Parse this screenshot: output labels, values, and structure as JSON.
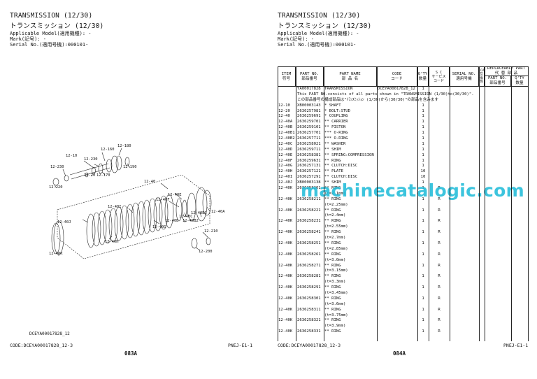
{
  "left_page": {
    "title": "TRANSMISSION (12/30)",
    "title_jp": "トランスミッション (12/30)",
    "applicable_model": "Applicable Model(適用機種): -",
    "mark": "Mark(記号): -",
    "serial": "Serial No.(適用号機):000101-",
    "diagram_code": "DCEYA00017828_12",
    "code_line": "CODE:DCEYA00017828_12-3",
    "page_number": "083A",
    "pnej": "PNEJ-E1-1",
    "labels": {
      "l12_160": "12-160",
      "l12_180": "12-180",
      "l12_10": "12-10",
      "l12_230": "12-230",
      "l12_190": "12-190",
      "l12_230b": "12-230",
      "l12_20": "12-20",
      "l12_170": "12-170",
      "l12_220": "12-220",
      "l12_40": "12-40",
      "l12_40e": "12-40E",
      "l12_40f": "12-40F",
      "l12_40i": "12-40I",
      "l12_40b1": "12-40B1",
      "l12_40a": "12-40A",
      "l12_40c": "12-40C",
      "l12_40j": "12-40J",
      "l12_40d": "12-40D",
      "l12_40b2": "12-40B2",
      "l12_40g": "12-40G",
      "l12_210": "12-210",
      "l12_40h": "12-40H",
      "l12_40k": "12-40K",
      "l12_200": "12-200"
    }
  },
  "right_page": {
    "title": "TRANSMISSION (12/30)",
    "title_jp": "トランスミッション (12/30)",
    "applicable_model": "Applicable Model(適用機種): -",
    "mark": "Mark(記号): -",
    "serial": "Serial No.(適用号機):000101-",
    "code_line": "CODE:DCEYA00017828_12-3",
    "page_number": "084A",
    "pnej": "PNEJ-E1-1",
    "watermark": "machinecatalogic.com"
  },
  "table": {
    "headers": {
      "item": "ITEM",
      "item_jp": "符号",
      "partno": "PART NO.",
      "partno_jp": "部品番号",
      "partname": "PART NAME",
      "partname_jp": "部 品 名",
      "code": "CODE",
      "code_jp": "コード",
      "qty": "Q'TY",
      "qty_jp": "数量",
      "sc": "S C",
      "sc_jp1": "サービス",
      "sc_jp2": "コード",
      "serial": "SERIAL NO.",
      "serial_jp": "適用号機",
      "ica": "ICA",
      "ica_jp1": "互",
      "ica_jp2": "換",
      "ica_jp3": "性",
      "replaceable": "REPLACEABLE PART",
      "replaceable_jp": "代 替 部 品",
      "rp_partno": "PART NO.",
      "rp_partno_jp": "部品番号",
      "rp_qty": "Q'TY",
      "rp_qty_jp": "数量"
    },
    "note1": "This PART NO.consists of all parts shown in \"TRANSMISSION (1/30)to(30/30)\".",
    "note2": "この部品番号の構成部品は\"ﾄﾗﾝｽﾐｯｼｮﾝ (1/30)から(30/30)\"の部品を含みます",
    "rows": [
      {
        "item": "",
        "partno": "YA00017828",
        "name": "TRANSMISSION",
        "code": "DCEYA00017828_12",
        "qty": "1",
        "sc": ""
      },
      {
        "item": "12-10",
        "partno": "XB00003143",
        "name": "* SHAFT",
        "code": "",
        "qty": "1",
        "sc": ""
      },
      {
        "item": "12-20",
        "partno": "2636257981",
        "name": "* BOLT:STUD",
        "code": "",
        "qty": "1",
        "sc": ""
      },
      {
        "item": "12-40",
        "partno": "2636259691",
        "name": "* COUPLING",
        "code": "",
        "qty": "1",
        "sc": ""
      },
      {
        "item": "12-40A",
        "partno": "2636259701",
        "name": "** CARRIER",
        "code": "",
        "qty": "1",
        "sc": ""
      },
      {
        "item": "12-40B",
        "partno": "2636259101",
        "name": "** PISTON",
        "code": "",
        "qty": "1",
        "sc": ""
      },
      {
        "item": "12-40B1",
        "partno": "2636257701",
        "name": "*** O-RING",
        "code": "",
        "qty": "1",
        "sc": ""
      },
      {
        "item": "12-40B2",
        "partno": "2636257711",
        "name": "*** O-RING",
        "code": "",
        "qty": "1",
        "sc": ""
      },
      {
        "item": "12-40C",
        "partno": "2636258021",
        "name": "** WASHER",
        "code": "",
        "qty": "1",
        "sc": ""
      },
      {
        "item": "12-40D",
        "partno": "2636259711",
        "name": "** SHIM",
        "code": "",
        "qty": "1",
        "sc": ""
      },
      {
        "item": "12-40E",
        "partno": "2636258381",
        "name": "** SPRING:COMPRESSION",
        "code": "",
        "qty": "1",
        "sc": ""
      },
      {
        "item": "12-40F",
        "partno": "2636259631",
        "name": "** RING",
        "code": "",
        "qty": "1",
        "sc": ""
      },
      {
        "item": "12-40G",
        "partno": "2636257131",
        "name": "** CLUTCH:DISC",
        "code": "",
        "qty": "1",
        "sc": ""
      },
      {
        "item": "12-40H",
        "partno": "2636257121",
        "name": "** PLATE",
        "code": "",
        "qty": "10",
        "sc": ""
      },
      {
        "item": "12-40I",
        "partno": "2636257291",
        "name": "** CLUTCH:DISC",
        "code": "",
        "qty": "10",
        "sc": ""
      },
      {
        "item": "12-40J",
        "partno": "XB00003138",
        "name": "** SHIM",
        "code": "",
        "qty": "1",
        "sc": ""
      },
      {
        "item": "12-40K",
        "partno": "2636258201",
        "name": "** RING",
        "code": "",
        "qty": "1",
        "sc": "R"
      },
      {
        "item": "",
        "partno": "",
        "name": "(t=2.1mm)",
        "code": "",
        "qty": "",
        "sc": ""
      },
      {
        "item": "12-40K",
        "partno": "2636258211",
        "name": "** RING",
        "code": "",
        "qty": "1",
        "sc": "R"
      },
      {
        "item": "",
        "partno": "",
        "name": "(t=2.25mm)",
        "code": "",
        "qty": "",
        "sc": ""
      },
      {
        "item": "12-40K",
        "partno": "2636258221",
        "name": "** RING",
        "code": "",
        "qty": "1",
        "sc": "R"
      },
      {
        "item": "",
        "partno": "",
        "name": "(t=2.4mm)",
        "code": "",
        "qty": "",
        "sc": ""
      },
      {
        "item": "12-40K",
        "partno": "2636258231",
        "name": "** RING",
        "code": "",
        "qty": "1",
        "sc": "R"
      },
      {
        "item": "",
        "partno": "",
        "name": "(t=2.55mm)",
        "code": "",
        "qty": "",
        "sc": ""
      },
      {
        "item": "12-40K",
        "partno": "2636258241",
        "name": "** RING",
        "code": "",
        "qty": "1",
        "sc": "R"
      },
      {
        "item": "",
        "partno": "",
        "name": "(t=2.7mm)",
        "code": "",
        "qty": "",
        "sc": ""
      },
      {
        "item": "12-40K",
        "partno": "2636258251",
        "name": "** RING",
        "code": "",
        "qty": "1",
        "sc": "R"
      },
      {
        "item": "",
        "partno": "",
        "name": "(t=2.85mm)",
        "code": "",
        "qty": "",
        "sc": ""
      },
      {
        "item": "12-40K",
        "partno": "2636258261",
        "name": "** RING",
        "code": "",
        "qty": "1",
        "sc": "R"
      },
      {
        "item": "",
        "partno": "",
        "name": "(t=3.0mm)",
        "code": "",
        "qty": "",
        "sc": ""
      },
      {
        "item": "12-40K",
        "partno": "2636258271",
        "name": "** RING",
        "code": "",
        "qty": "1",
        "sc": "R"
      },
      {
        "item": "",
        "partno": "",
        "name": "(t=3.15mm)",
        "code": "",
        "qty": "",
        "sc": ""
      },
      {
        "item": "12-40K",
        "partno": "2636258281",
        "name": "** RING",
        "code": "",
        "qty": "1",
        "sc": "R"
      },
      {
        "item": "",
        "partno": "",
        "name": "(t=3.3mm)",
        "code": "",
        "qty": "",
        "sc": ""
      },
      {
        "item": "12-40K",
        "partno": "2636258291",
        "name": "** RING",
        "code": "",
        "qty": "1",
        "sc": "R"
      },
      {
        "item": "",
        "partno": "",
        "name": "(t=3.45mm)",
        "code": "",
        "qty": "",
        "sc": ""
      },
      {
        "item": "12-40K",
        "partno": "2636258301",
        "name": "** RING",
        "code": "",
        "qty": "1",
        "sc": "R"
      },
      {
        "item": "",
        "partno": "",
        "name": "(t=3.6mm)",
        "code": "",
        "qty": "",
        "sc": ""
      },
      {
        "item": "12-40K",
        "partno": "2636258311",
        "name": "** RING",
        "code": "",
        "qty": "1",
        "sc": "R"
      },
      {
        "item": "",
        "partno": "",
        "name": "(t=3.75mm)",
        "code": "",
        "qty": "",
        "sc": ""
      },
      {
        "item": "12-40K",
        "partno": "2636258321",
        "name": "** RING",
        "code": "",
        "qty": "1",
        "sc": "R"
      },
      {
        "item": "",
        "partno": "",
        "name": "(t=3.9mm)",
        "code": "",
        "qty": "",
        "sc": ""
      },
      {
        "item": "12-40K",
        "partno": "2636258331",
        "name": "** RING",
        "code": "",
        "qty": "1",
        "sc": "R"
      }
    ]
  }
}
